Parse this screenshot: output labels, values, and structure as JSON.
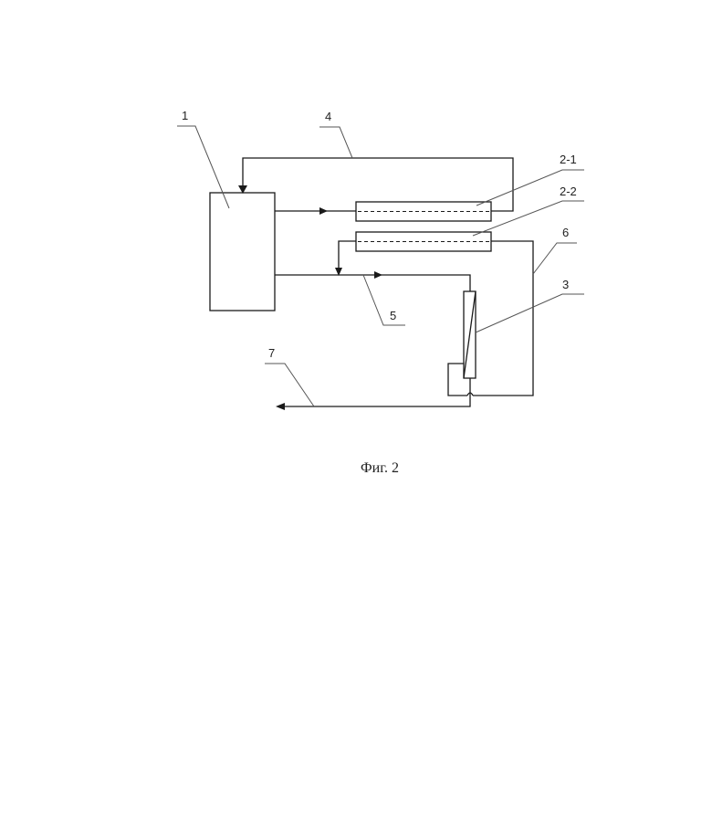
{
  "labels": {
    "l1": "1",
    "l2_1": "2-1",
    "l2_2": "2-2",
    "l3": "3",
    "l4": "4",
    "l5": "5",
    "l6": "6",
    "l7": "7"
  },
  "caption": "Фиг. 2",
  "colors": {
    "line": "#1a1a1a",
    "background": "#ffffff"
  }
}
